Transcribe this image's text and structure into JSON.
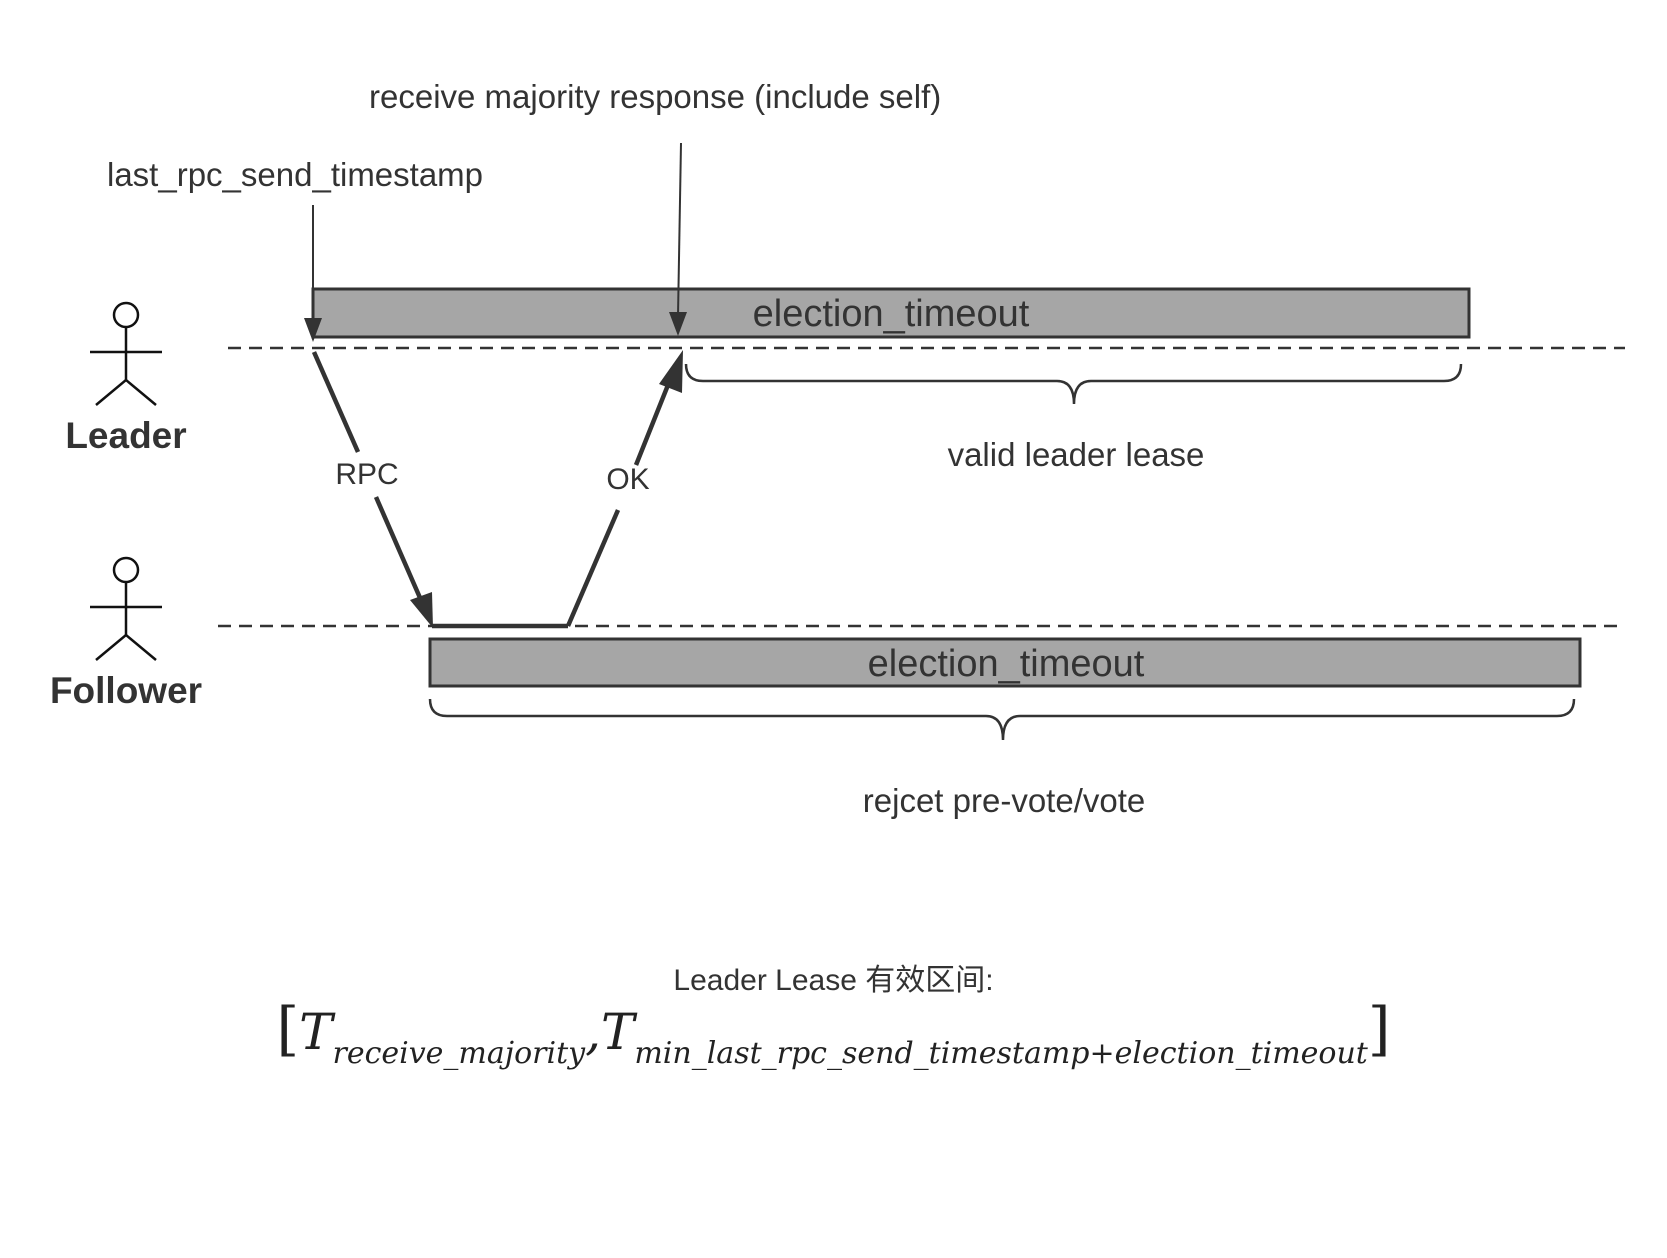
{
  "actors": {
    "leader": "Leader",
    "follower": "Follower"
  },
  "annotations": {
    "send_timestamp": "last_rpc_send_timestamp",
    "receive_majority": "receive majority response (include self)",
    "valid_lease": "valid leader lease",
    "reject_vote": "rejcet pre-vote/vote"
  },
  "bars": {
    "leader_timeout": "election_timeout",
    "follower_timeout": "election_timeout"
  },
  "messages": {
    "rpc": "RPC",
    "ok": "OK"
  },
  "caption": {
    "title": "Leader Lease 有效区间:",
    "formula_open": "[",
    "t1": "T",
    "t1_sub": "receive_majority",
    "comma": ",",
    "t2": "T",
    "t2_sub": "min_last_rpc_send_timestamp+election_timeout",
    "formula_close": "]"
  },
  "colors": {
    "bar_fill": "#a6a6a6",
    "stroke": "#333333"
  }
}
